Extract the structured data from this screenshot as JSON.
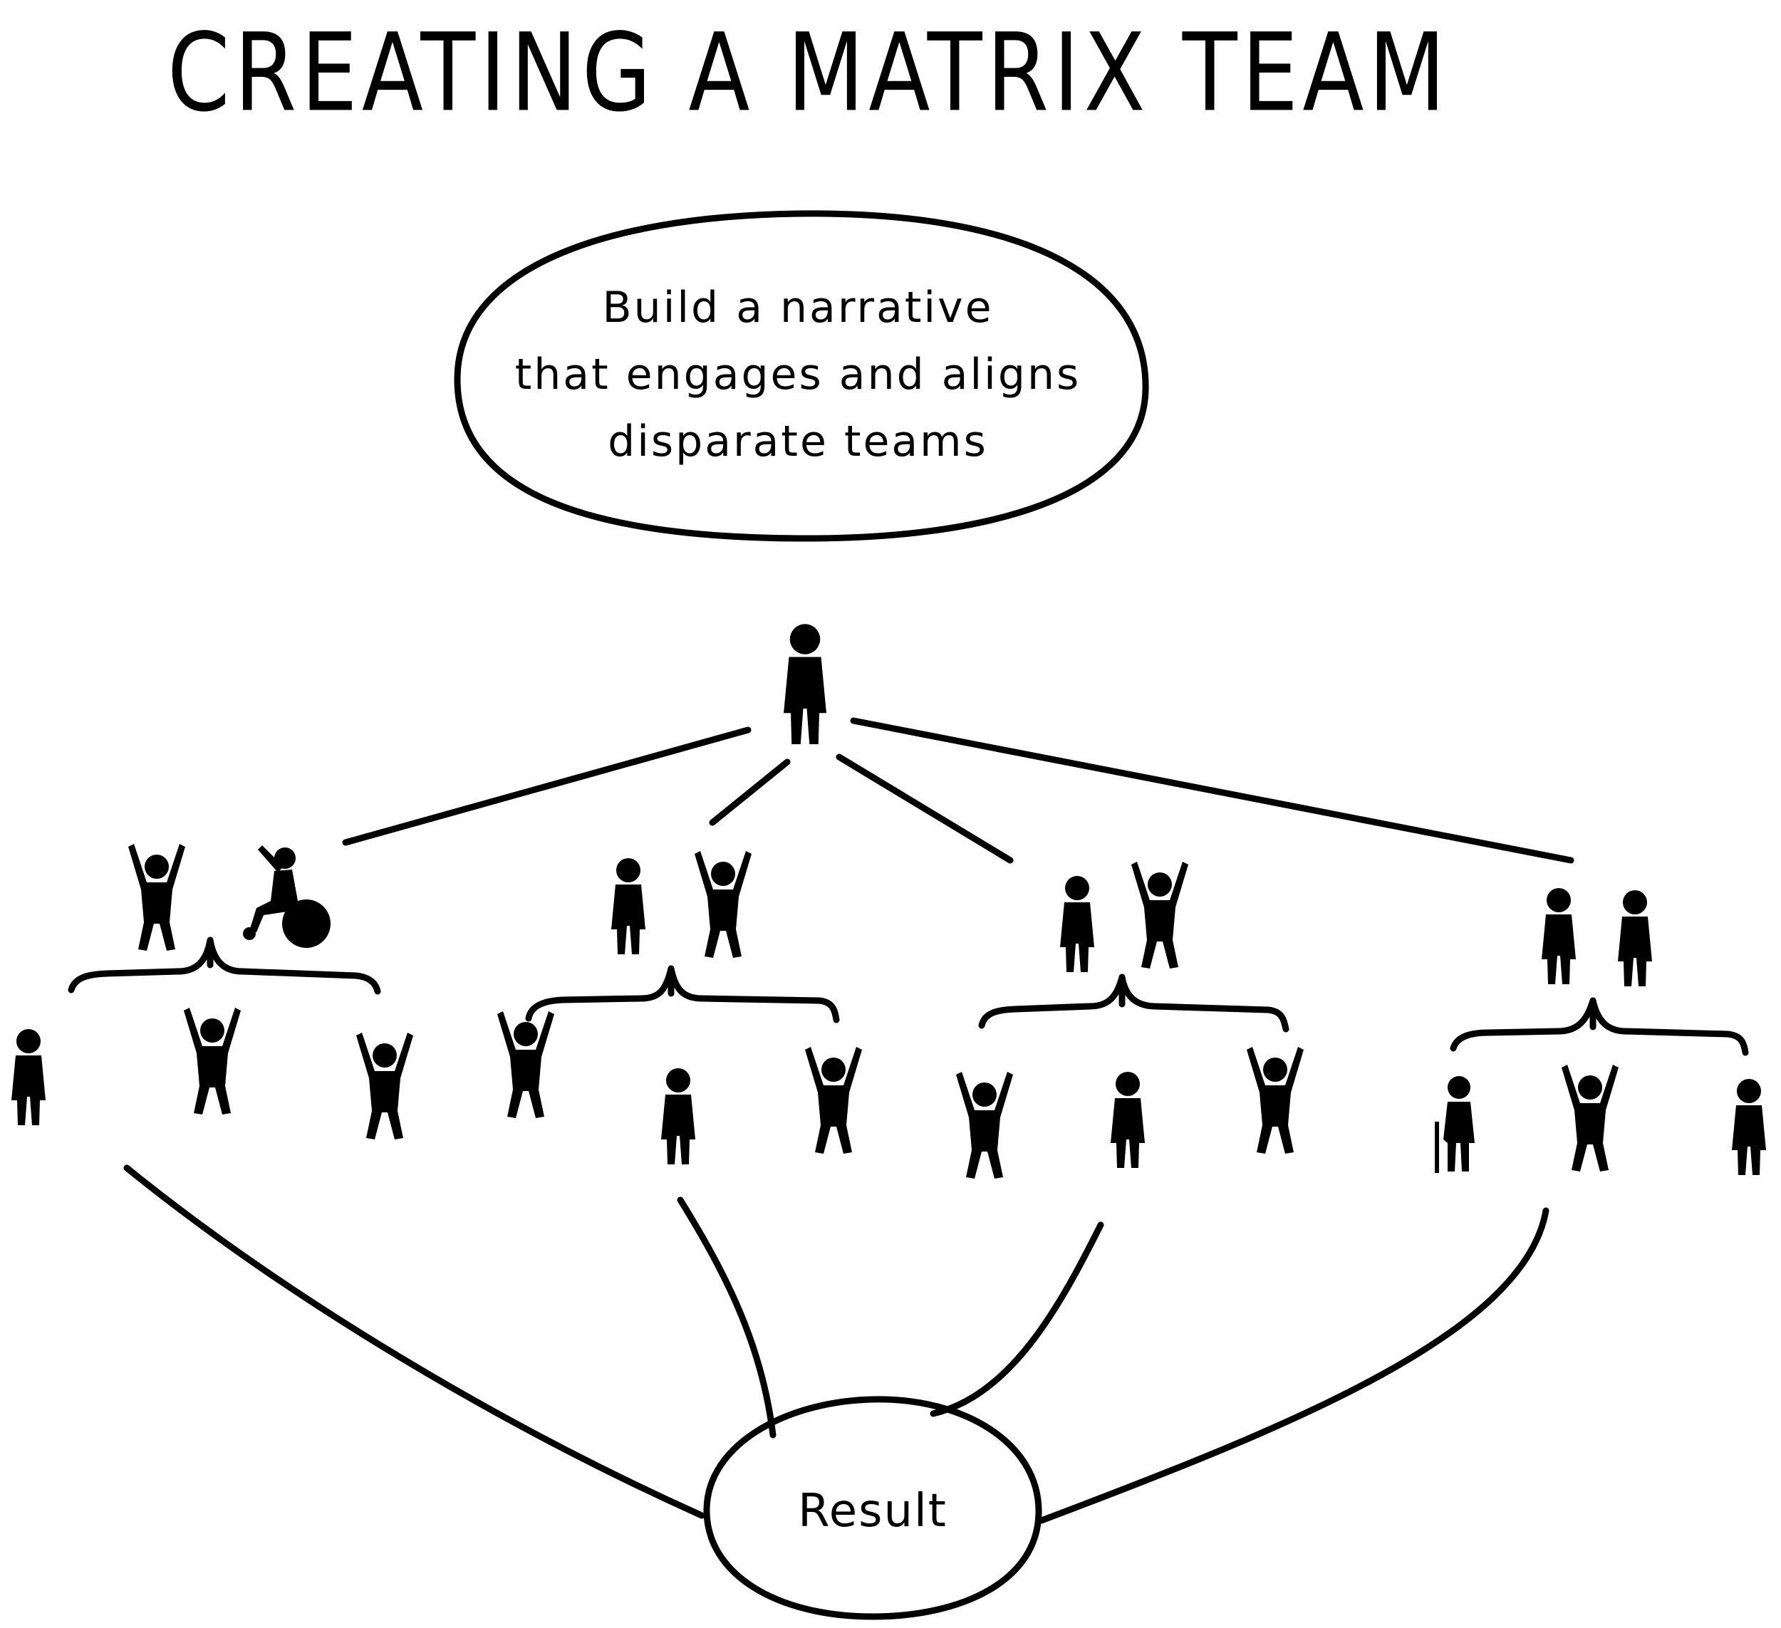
{
  "diagram": {
    "title": "CREATING A MATRIX TEAM",
    "goal_bubble": {
      "lines": [
        "Build a narrative",
        "that engages and aligns",
        "disparate teams"
      ]
    },
    "result_bubble": {
      "label": "Result"
    },
    "line_color": "#000000",
    "figure_color": "#000000",
    "icons": {
      "leader": "person-silhouette-icon",
      "team_pair": "person-pair-silhouette-icon",
      "member": "person-silhouette-icon",
      "wheelchair_user": "wheelchair-user-icon",
      "cane_user": "elderly-cane-user-icon"
    }
  }
}
